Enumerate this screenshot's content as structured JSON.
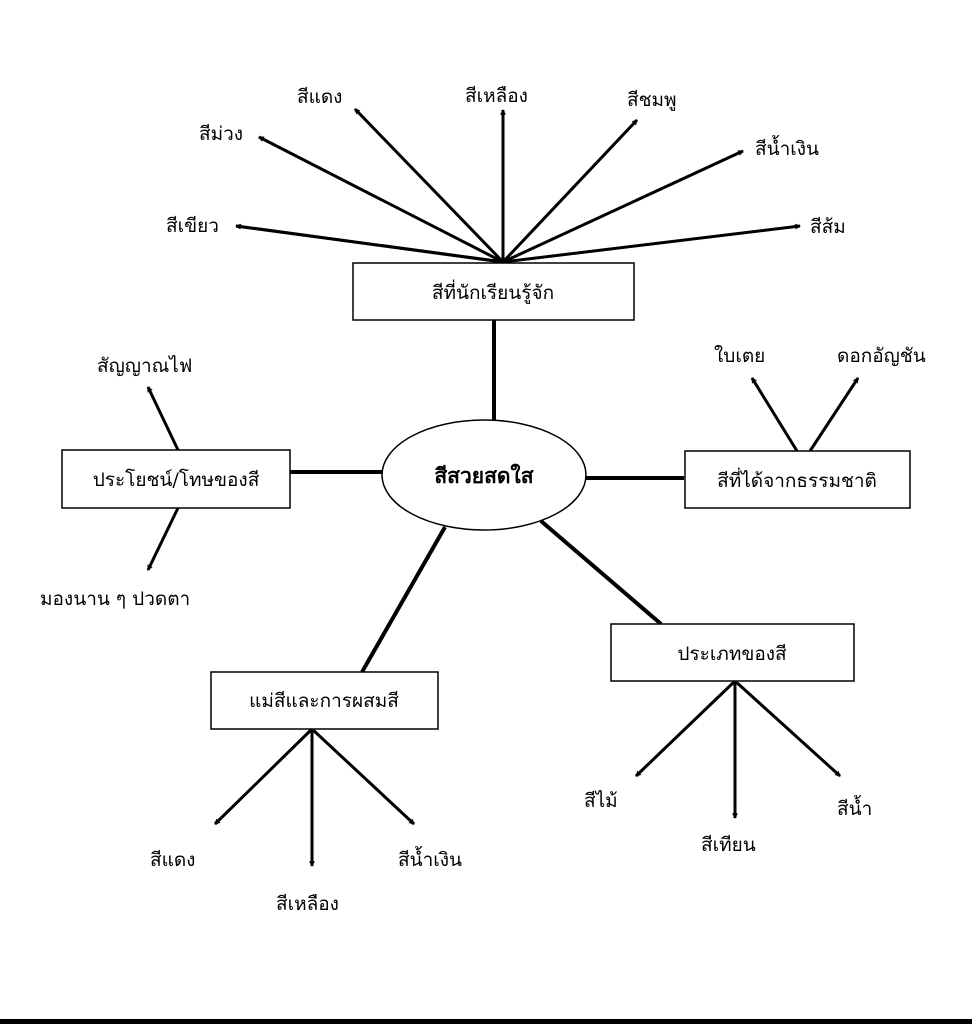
{
  "center": {
    "label": "สีสวยสดใส"
  },
  "branches": {
    "known_colors": {
      "label": "สีที่นักเรียนรู้จัก",
      "children": [
        "สีเขียว",
        "สีม่วง",
        "สีแดง",
        "สีเหลือง",
        "สีชมพู",
        "สีน้ำเงิน",
        "สีส้ม"
      ]
    },
    "benefits": {
      "label": "ประโยชน์/โทษของสี",
      "children": [
        "สัญญาณไฟ",
        "มองนาน ๆ ปวดตา"
      ]
    },
    "nature": {
      "label": "สีที่ได้จากธรรมชาติ",
      "children": [
        "ใบเตย",
        "ดอกอัญชัน"
      ]
    },
    "primary": {
      "label": "แม่สีและการผสมสี",
      "children": [
        "สีแดง",
        "สีเหลือง",
        "สีน้ำเงิน"
      ]
    },
    "types": {
      "label": "ประเภทของสี",
      "children": [
        "สีไม้",
        "สีเทียน",
        "สีน้ำ"
      ]
    }
  }
}
